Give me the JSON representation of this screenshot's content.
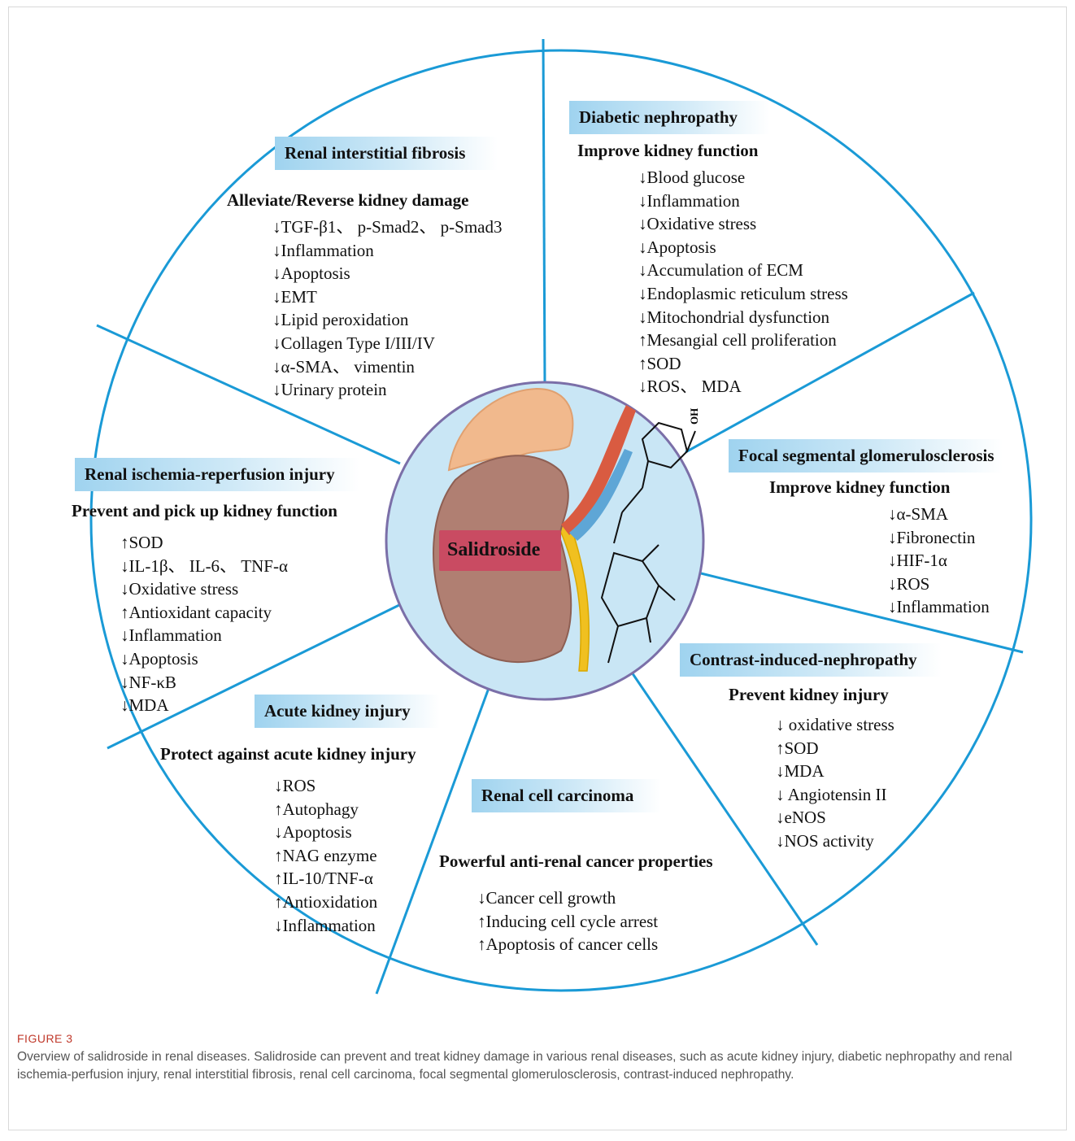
{
  "center": {
    "label": "Salidroside",
    "hydroxyl_label": "OH",
    "colors": {
      "ring": "#7b6fa8",
      "fill": "#c9e6f5",
      "kidney": "#b07f72",
      "adrenal": "#f1b98d",
      "band": "#c94b62",
      "artery": "#d95b41",
      "vein": "#5ea6d6",
      "ureter": "#f0c020",
      "divider": "#1a9ad6"
    }
  },
  "segments": [
    {
      "title": "Renal interstitial fibrosis",
      "subtitle": "Alleviate/Reverse kidney damage",
      "items": [
        "↓TGF-β1、 p-Smad2、 p-Smad3",
        "↓Inflammation",
        "↓Apoptosis",
        "↓EMT",
        "↓Lipid peroxidation",
        "↓Collagen Type I/III/IV",
        "↓α-SMA、 vimentin",
        "↓Urinary protein"
      ]
    },
    {
      "title": "Diabetic nephropathy",
      "subtitle": "Improve kidney function",
      "items": [
        "↓Blood glucose",
        "↓Inflammation",
        "↓Oxidative stress",
        "↓Apoptosis",
        "↓Accumulation of ECM",
        "↓Endoplasmic reticulum stress",
        "↓Mitochondrial dysfunction",
        "↑Mesangial cell proliferation",
        "↑SOD",
        "↓ROS、 MDA"
      ]
    },
    {
      "title": "Focal segmental glomerulosclerosis",
      "subtitle": "Improve kidney function",
      "items": [
        "↓α-SMA",
        "↓Fibronectin",
        "↓HIF-1α",
        "↓ROS",
        "↓Inflammation"
      ]
    },
    {
      "title": "Renal ischemia-reperfusion injury",
      "subtitle": "Prevent and pick up kidney function",
      "items": [
        "↑SOD",
        "↓IL-1β、 IL-6、 TNF-α",
        "↓Oxidative stress",
        "↑Antioxidant capacity",
        "↓Inflammation",
        "↓Apoptosis",
        "↓NF-κB",
        "↓MDA"
      ]
    },
    {
      "title": "Contrast-induced-nephropathy",
      "subtitle": "Prevent kidney injury",
      "items": [
        "↓ oxidative stress",
        "↑SOD",
        "↓MDA",
        "↓ Angiotensin II",
        "↓eNOS",
        "↓NOS activity"
      ]
    },
    {
      "title": "Acute kidney injury",
      "subtitle": "Protect against acute kidney injury",
      "items": [
        "↓ROS",
        "↑Autophagy",
        "↓Apoptosis",
        "↑NAG enzyme",
        "↑IL-10/TNF-α",
        "↑Antioxidation",
        "↓Inflammation"
      ]
    },
    {
      "title": "Renal cell carcinoma",
      "subtitle": "Powerful anti-renal cancer properties",
      "items": [
        "↓Cancer cell  growth",
        "↑Inducing cell cycle arrest",
        "↑Apoptosis of cancer cells"
      ]
    }
  ],
  "caption": {
    "figure_label": "FIGURE 3",
    "text": "Overview of salidroside in renal diseases. Salidroside can prevent and treat kidney damage in various renal diseases, such as acute kidney injury, diabetic nephropathy and renal ischemia-perfusion injury, renal interstitial fibrosis, renal cell carcinoma, focal segmental glomerulosclerosis, contrast-induced nephropathy."
  }
}
